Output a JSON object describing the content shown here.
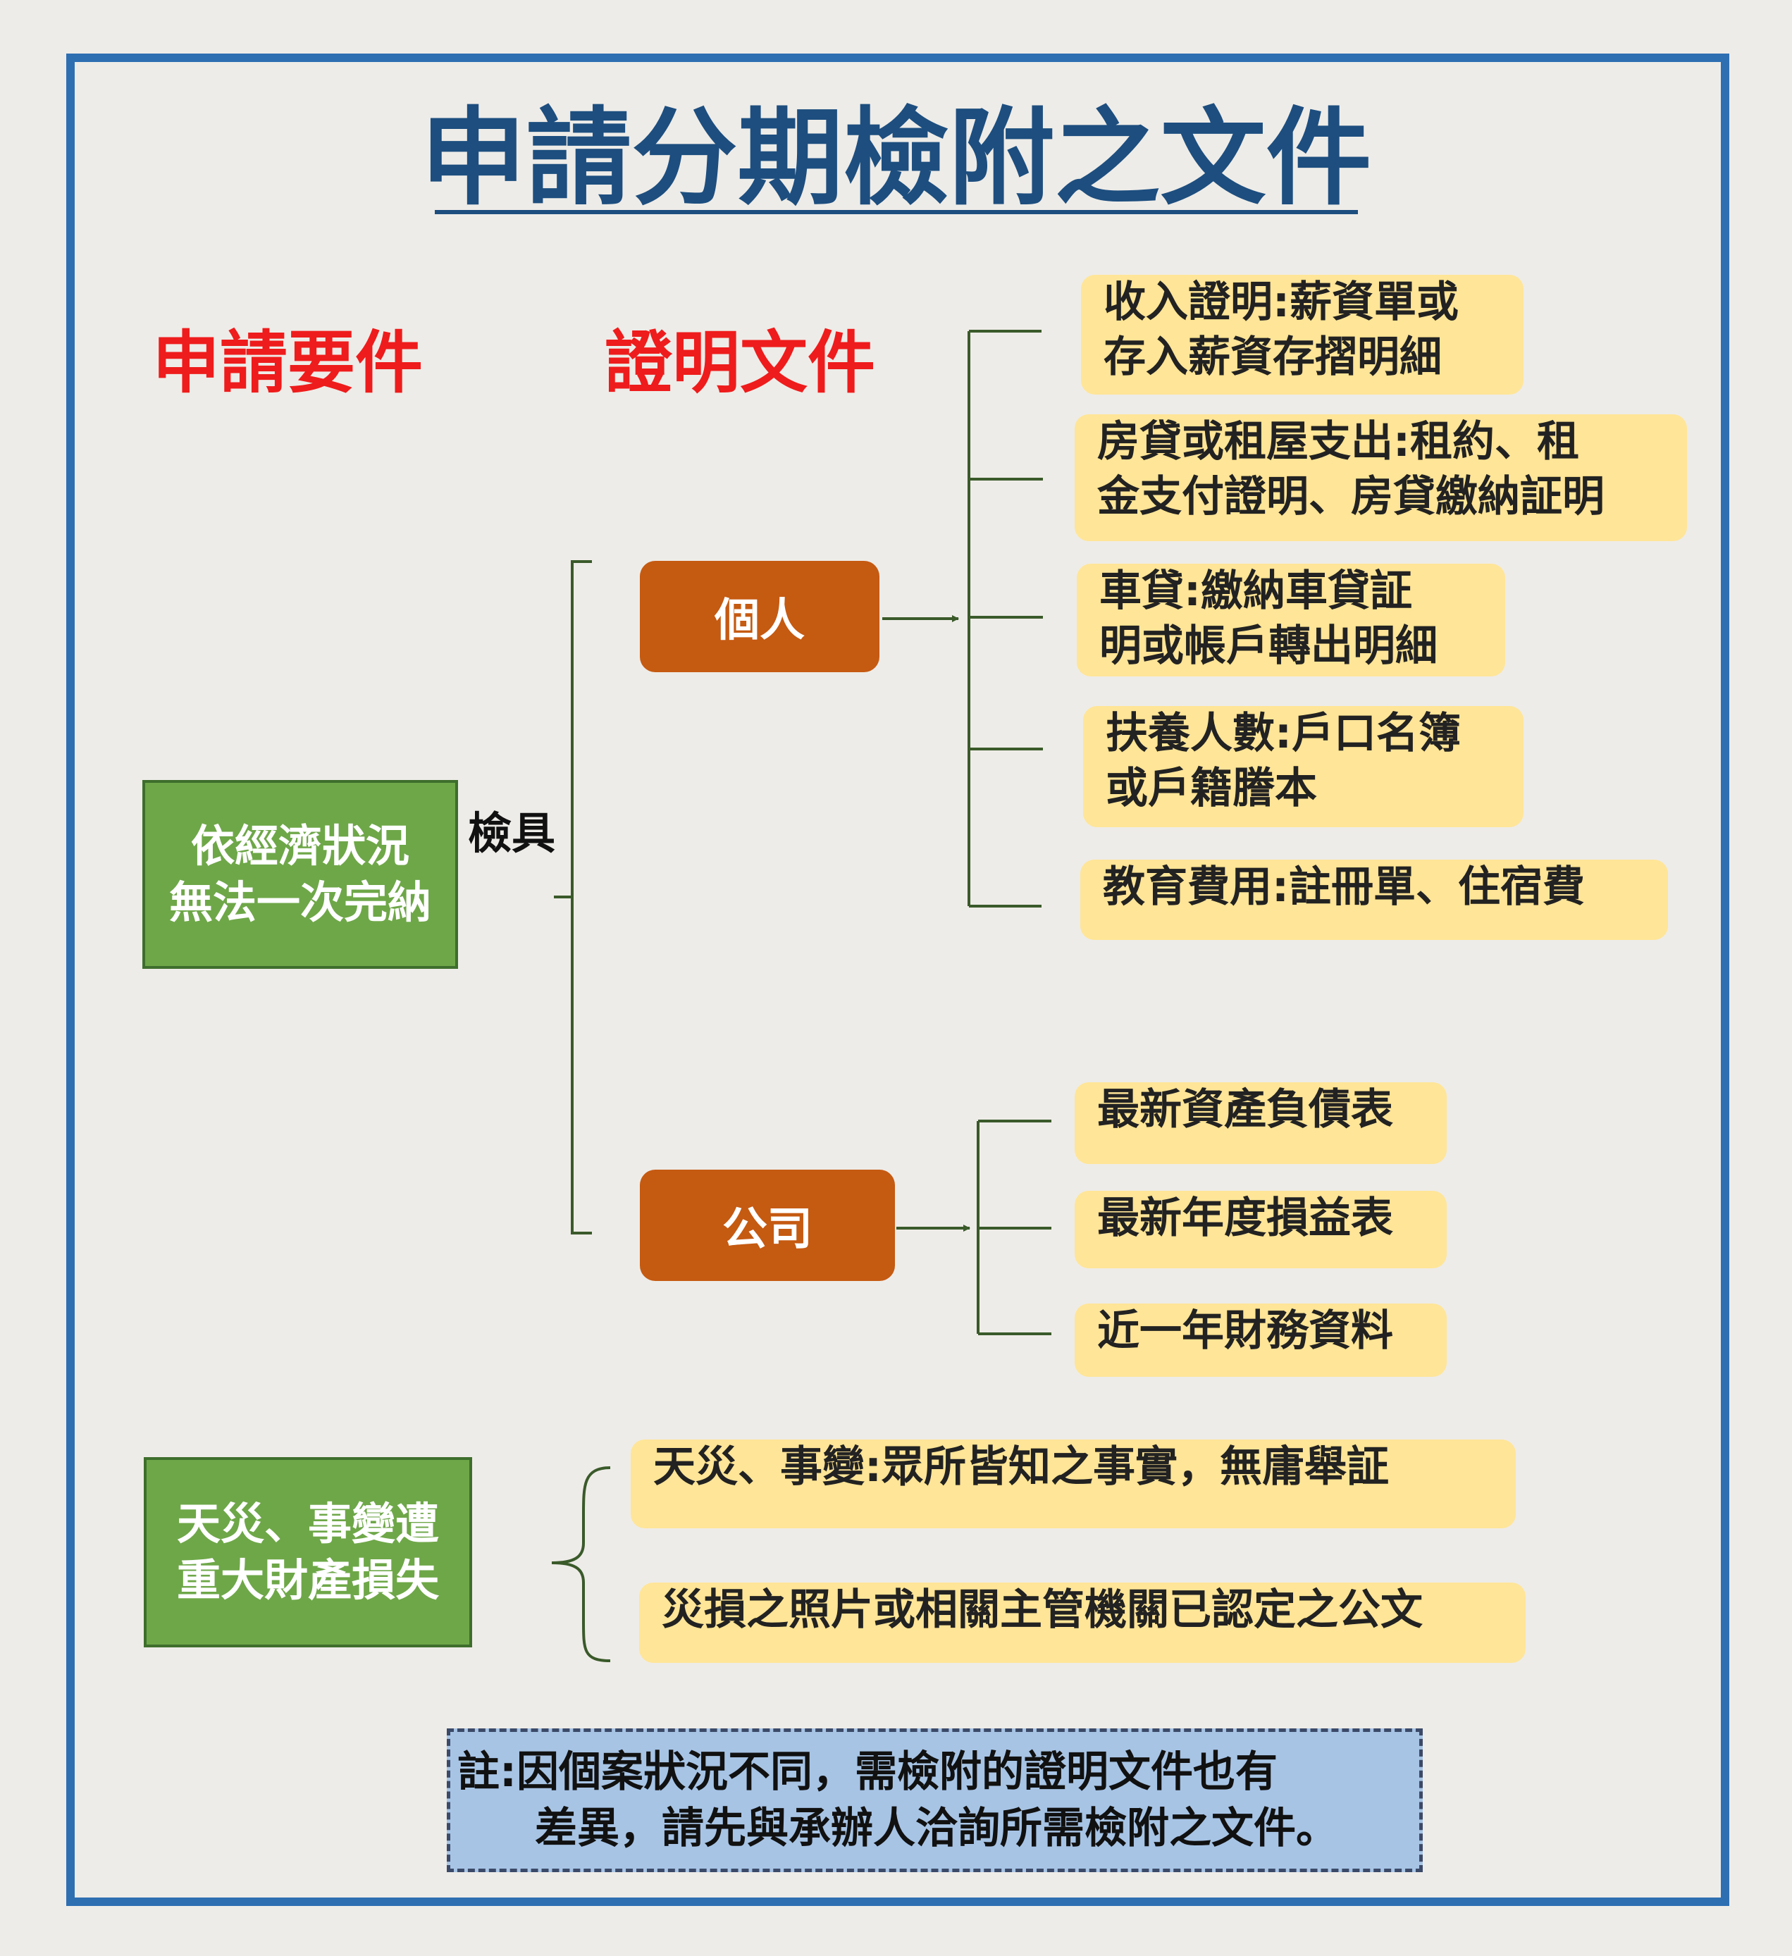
{
  "title": "申請分期檢附之文件",
  "headers": {
    "requirements": "申請要件",
    "documents": "證明文件"
  },
  "conditions": {
    "economic": [
      "依經濟狀況",
      "無法一次完納"
    ],
    "disaster": [
      "天災、事變遭",
      "重大財產損失"
    ]
  },
  "connector_label": "檢具",
  "categories": {
    "personal": "個人",
    "company": "公司"
  },
  "personal_docs": [
    [
      "收入證明:薪資單或",
      "存入薪資存摺明細"
    ],
    [
      "房貸或租屋支出:租約、租",
      "金支付證明、房貸繳納証明"
    ],
    [
      "車貸:繳納車貸証",
      "明或帳戶轉出明細"
    ],
    [
      "扶養人數:戶口名簿",
      "或戶籍謄本"
    ],
    [
      "教育費用:註冊單、住宿費"
    ]
  ],
  "company_docs": [
    "最新資產負債表",
    "最新年度損益表",
    "近一年財務資料"
  ],
  "disaster_docs": [
    "天災、事變:眾所皆知之事實，無庸舉証",
    "災損之照片或相關主管機關已認定之公文"
  ],
  "note": {
    "line1": "註:因個案狀況不同，需檢附的證明文件也有",
    "line2": "差異，請先與承辦人洽詢所需檢附之文件。"
  },
  "colors": {
    "frame": "#2e6fb2",
    "title": "#1d4e7f",
    "header_red": "#ee1c1c",
    "green_box": "#6ea748",
    "orange_box": "#c55a11",
    "yellow_box": "#ffe597",
    "note_box": "#a7c4e5",
    "connector": "#3a5a2a"
  }
}
